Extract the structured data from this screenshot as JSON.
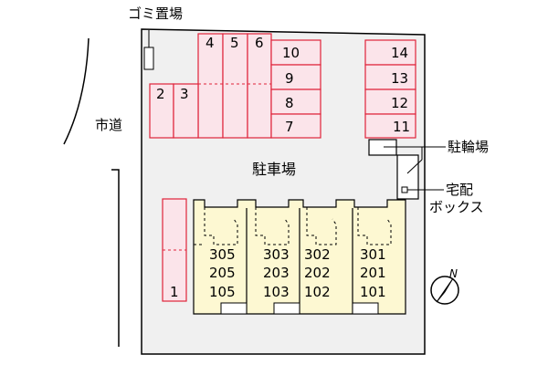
{
  "labels": {
    "garbage": "ゴミ置場",
    "city_road": "市道",
    "parking": "駐車場",
    "bicycle": "駐輪場",
    "delivery_line1": "宅配",
    "delivery_line2": "ボックス",
    "north": "N"
  },
  "parking_spaces": {
    "top_row": [
      "4",
      "5",
      "6"
    ],
    "left_pair": [
      "2",
      "3"
    ],
    "right_col_a": [
      "10",
      "9",
      "8",
      "7"
    ],
    "right_col_b": [
      "14",
      "13",
      "12",
      "11"
    ],
    "single": "1"
  },
  "units": [
    {
      "top": "305",
      "mid": "205",
      "bot": "105"
    },
    {
      "top": "303",
      "mid": "203",
      "bot": "103"
    },
    {
      "top": "302",
      "mid": "202",
      "bot": "102"
    },
    {
      "top": "301",
      "mid": "201",
      "bot": "101"
    }
  ],
  "colors": {
    "parking_fill": "#fbe4ea",
    "parking_stroke": "#e0233a",
    "building_fill": "#fdf8d2",
    "lot_fill": "#f0f0f0"
  }
}
